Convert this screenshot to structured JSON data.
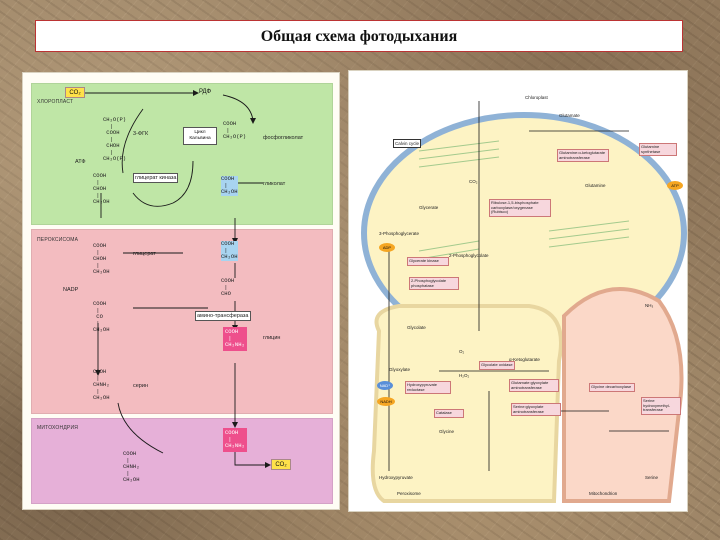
{
  "title": "Общая схема фотодыхания",
  "left": {
    "zones": {
      "chloroplast": "ХЛОРОПЛАСТ",
      "peroxisome": "ПЕРОКСИСОМА",
      "mitochondria": "МИТОХОНДРИЯ"
    },
    "boxes": {
      "co2_top": "CO₂",
      "rdf": "РДФ",
      "cycle": "Цикл Кальвина",
      "co2_mito": "CO₂"
    },
    "captions": {
      "fgk": "3-ФГК",
      "atf": "АТФ",
      "phosphoglycolate": "фосфогликолат",
      "glycerate_kinase": "глицерат киназа",
      "glycolate": "гликолат",
      "glycerate": "глицерат",
      "nadf": "NADP",
      "serine": "серин",
      "glycine": "глицин",
      "aminotransferase": "амино-трансфераза"
    }
  },
  "right": {
    "compartments": {
      "chloroplast": "Chloroplast",
      "peroxisome": "Peroxisome",
      "mitochondrion": "Mitochondrion"
    },
    "enzymes": {
      "glutamine_synthetase": "Glutamine synthetase",
      "glutamate_synthase": "Glutamine:α-ketoglutarate aminotransferase",
      "rubisco": "Ribulose-1,5-bisphosphate carboxylase/oxygenase (Rubisco)",
      "glycerate_kinase": "Glycerate kinase",
      "phosphoglycolate_phosphatase": "2-Phosphoglycolate phosphatase",
      "glycolate_oxidase": "Glycolate oxidase",
      "catalase": "Catalase",
      "hydroxypyruvate_reductase": "Hydroxypyruvate reductase",
      "glutamate_glyoxylate": "Glutamate:glyoxylate aminotransferase",
      "serine_glyoxylate": "Serine:glyoxylate aminotransferase",
      "glycine_decarboxylase": "Glycine decarboxylase",
      "serine_hydroxymethyl": "Serine hydroxymethyl-transferase"
    },
    "metabolites": {
      "glutamate": "Glutamate",
      "glutamine": "Glutamine",
      "ketoglutarate": "α-Ketoglutarate",
      "glycolate": "Glycolate",
      "glyoxylate": "Glyoxylate",
      "glycine": "Glycine",
      "serine": "Serine",
      "hydroxypyruvate": "Hydroxypyruvate",
      "glycerate": "Glycerate",
      "phosphoglycolate": "2-Phosphoglycolate",
      "pga": "3-Phosphoglycerate",
      "calvin": "Calvin cycle"
    },
    "cofactors": {
      "atp": "ATP",
      "adp": "ADP",
      "nad": "NAD⁺",
      "nadh": "NADH",
      "nh3": "NH₃",
      "co2": "CO₂",
      "o2": "O₂",
      "h2o2": "H₂O₂"
    }
  }
}
